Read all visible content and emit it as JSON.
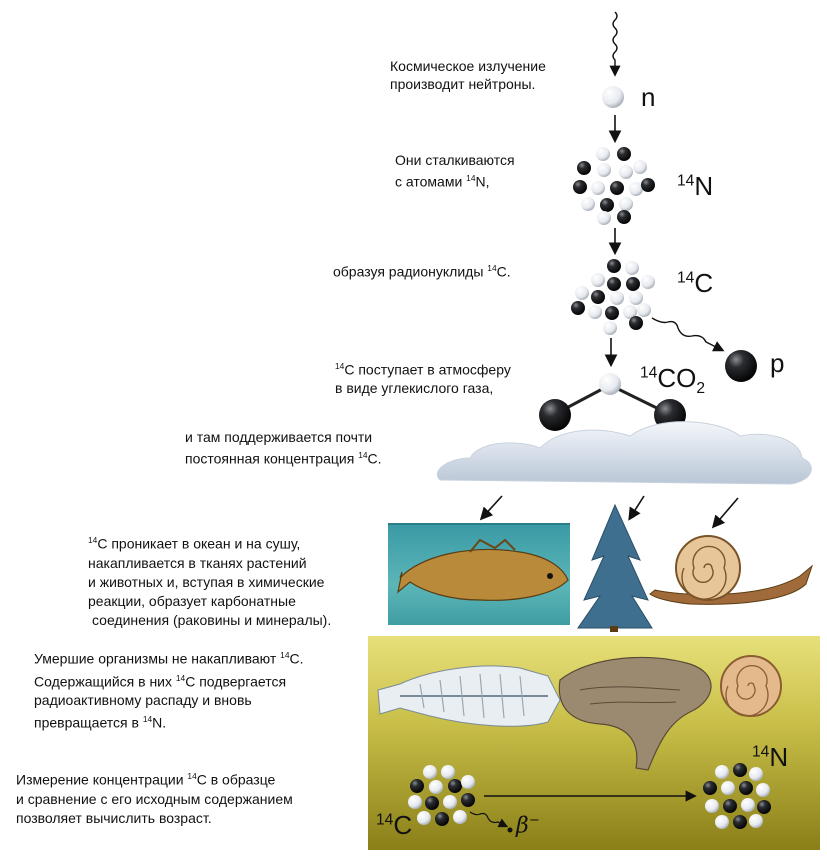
{
  "captions": {
    "cosmic": [
      "Космическое излучение",
      "производит нейтроны."
    ],
    "collide_1": "Они сталкиваются",
    "collide_2_pre": "с атомами ",
    "collide_2_sup": "14",
    "collide_2_post": "N,",
    "form_pre": "образуя радионуклиды ",
    "form_sup": "14",
    "form_post": "C.",
    "atm_1_sup": "14",
    "atm_1_post": "C поступает в атмосферу",
    "atm_2": "в виде углекислого газа,",
    "const_1": "и там поддерживается почти",
    "const_2_pre": "постоянная концентрация ",
    "const_2_sup": "14",
    "const_2_post": "C.",
    "ocean_1_sup": "14",
    "ocean_1_post": "C проникает в океан и на сушу,",
    "ocean_2": "накапливается в тканях растений",
    "ocean_3": "и животных и, вступая в химические",
    "ocean_4": "реакции, образует карбонатные",
    "ocean_5": "соединения (раковины и минералы).",
    "dead_1_pre": "Умершие организмы не накапливают ",
    "dead_1_sup": "14",
    "dead_1_post": "C.",
    "dead_2_pre": "Содержащийся в них ",
    "dead_2_sup": "14",
    "dead_2_post": "C подвергается",
    "dead_3": "радиоактивному распаду и вновь",
    "dead_4_pre": "превращается в ",
    "dead_4_sup": "14",
    "dead_4_post": "N.",
    "measure_1_pre": "Измерение концентрации ",
    "measure_1_sup": "14",
    "measure_1_post": "C в образце",
    "measure_2": "и сравнение с его исходным содержанием",
    "measure_3": "позволяет вычислить возраст."
  },
  "labels": {
    "n": "n",
    "n14_sup": "14",
    "n14": "N",
    "c14_sup": "14",
    "c14": "C",
    "p": "p",
    "co2_sup": "14",
    "co2": "CO",
    "co2_sub": "2",
    "n14b_sup": "14",
    "n14b": "N",
    "c14b_sup": "14",
    "c14b": "C",
    "beta": "β",
    "beta_sup": "−"
  },
  "colors": {
    "neutron": "#f2f4f6",
    "proton": "#111111",
    "cloud": "#dde6ef",
    "sea": "#4fb0b4",
    "ground": "#c9c04a"
  }
}
